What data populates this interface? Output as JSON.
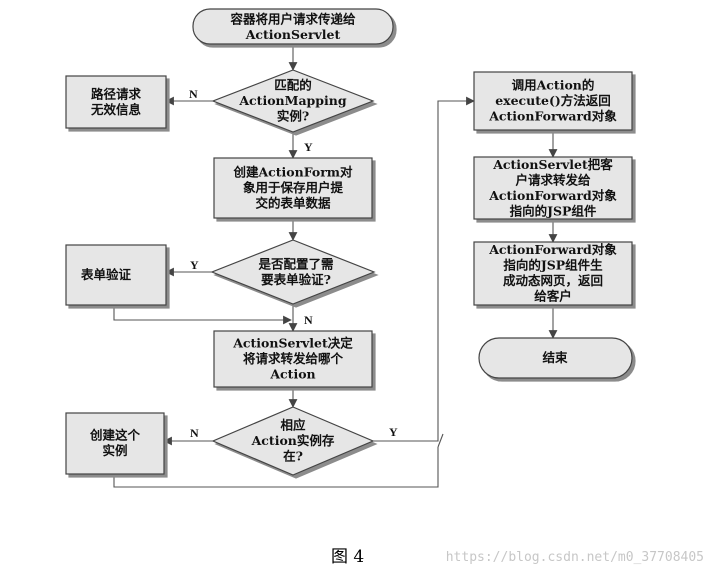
{
  "figure": {
    "caption": "图 4",
    "watermark": "https://blog.csdn.net/m0_37708405"
  },
  "nodes": {
    "start": [
      "容器将用户请求传递给",
      "ActionServlet"
    ],
    "match_mapping": [
      "匹配的",
      "ActionMapping",
      "实例?"
    ],
    "invalid_path": [
      "路径请求",
      "无效信息"
    ],
    "create_form": [
      "创建ActionForm对",
      "象用于保存用户提",
      "交的表单数据"
    ],
    "need_validate": [
      "是否配置了需",
      "要表单验证?"
    ],
    "form_validate": [
      "表单验证"
    ],
    "decide_action": [
      "ActionServlet决定",
      "将请求转发给哪个",
      "Action"
    ],
    "action_exists": [
      "相应",
      "Action实例存",
      "在?"
    ],
    "create_instance": [
      "创建这个",
      "实例"
    ],
    "call_execute": [
      "调用Action的",
      "execute()方法返回",
      "ActionForward对象"
    ],
    "forward_request": [
      "ActionServlet把客",
      "户请求转发给",
      "ActionForward对象",
      "指向的JSP组件"
    ],
    "generate_page": [
      "ActionForward对象",
      "指向的JSP组件生",
      "成动态网页，返回",
      "给客户"
    ],
    "end": [
      "结束"
    ]
  },
  "edge_labels": {
    "match_no": "N",
    "match_yes": "Y",
    "validate_yes": "Y",
    "validate_merge_no": "N",
    "exists_no": "N",
    "exists_yes": "Y"
  }
}
